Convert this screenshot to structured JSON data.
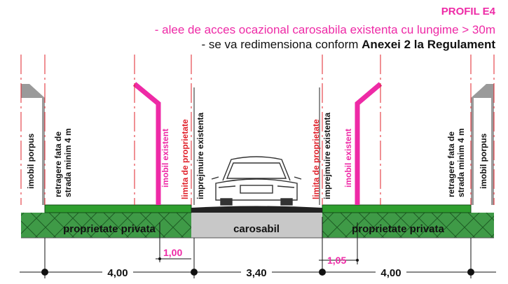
{
  "header": {
    "title": "PROFIL E4",
    "line1": "- alee de acces ocazional carosabila existenta cu lungime > 30m",
    "line2_prefix": "- se va redimensiona conform ",
    "line2_bold": "Anexei 2 la Regulament"
  },
  "labels": {
    "left_building": "imobil porpus",
    "left_setback_1": "retragere fata de",
    "left_setback_2": "strada minim 4 m",
    "left_existing": "imobil existent",
    "left_limit": "limita de proprietate",
    "left_fence": "imprejmuire existenta",
    "right_limit": "limita de proprietate",
    "right_fence": "imprejmuire existenta",
    "right_existing": "imobil existent",
    "right_setback_1": "retragere fata de",
    "right_setback_2": "strada minim 4 m",
    "right_building": "imobil porpus"
  },
  "zones": {
    "left": "proprietate privata",
    "center": "carosabil",
    "right": "proprietate privata"
  },
  "dimensions": {
    "left_offset": "1,00",
    "right_offset": "1,05",
    "left_width": "4,00",
    "center_width": "3,40",
    "right_width": "4,00"
  },
  "colors": {
    "magenta": "#ee2aa6",
    "red": "#e0202a",
    "green": "#2e9e2e",
    "hatch_fill": "#3f9a47",
    "road": "#222222",
    "road_base": "#c8c8c8",
    "grey_building": "#9a9a9a"
  }
}
